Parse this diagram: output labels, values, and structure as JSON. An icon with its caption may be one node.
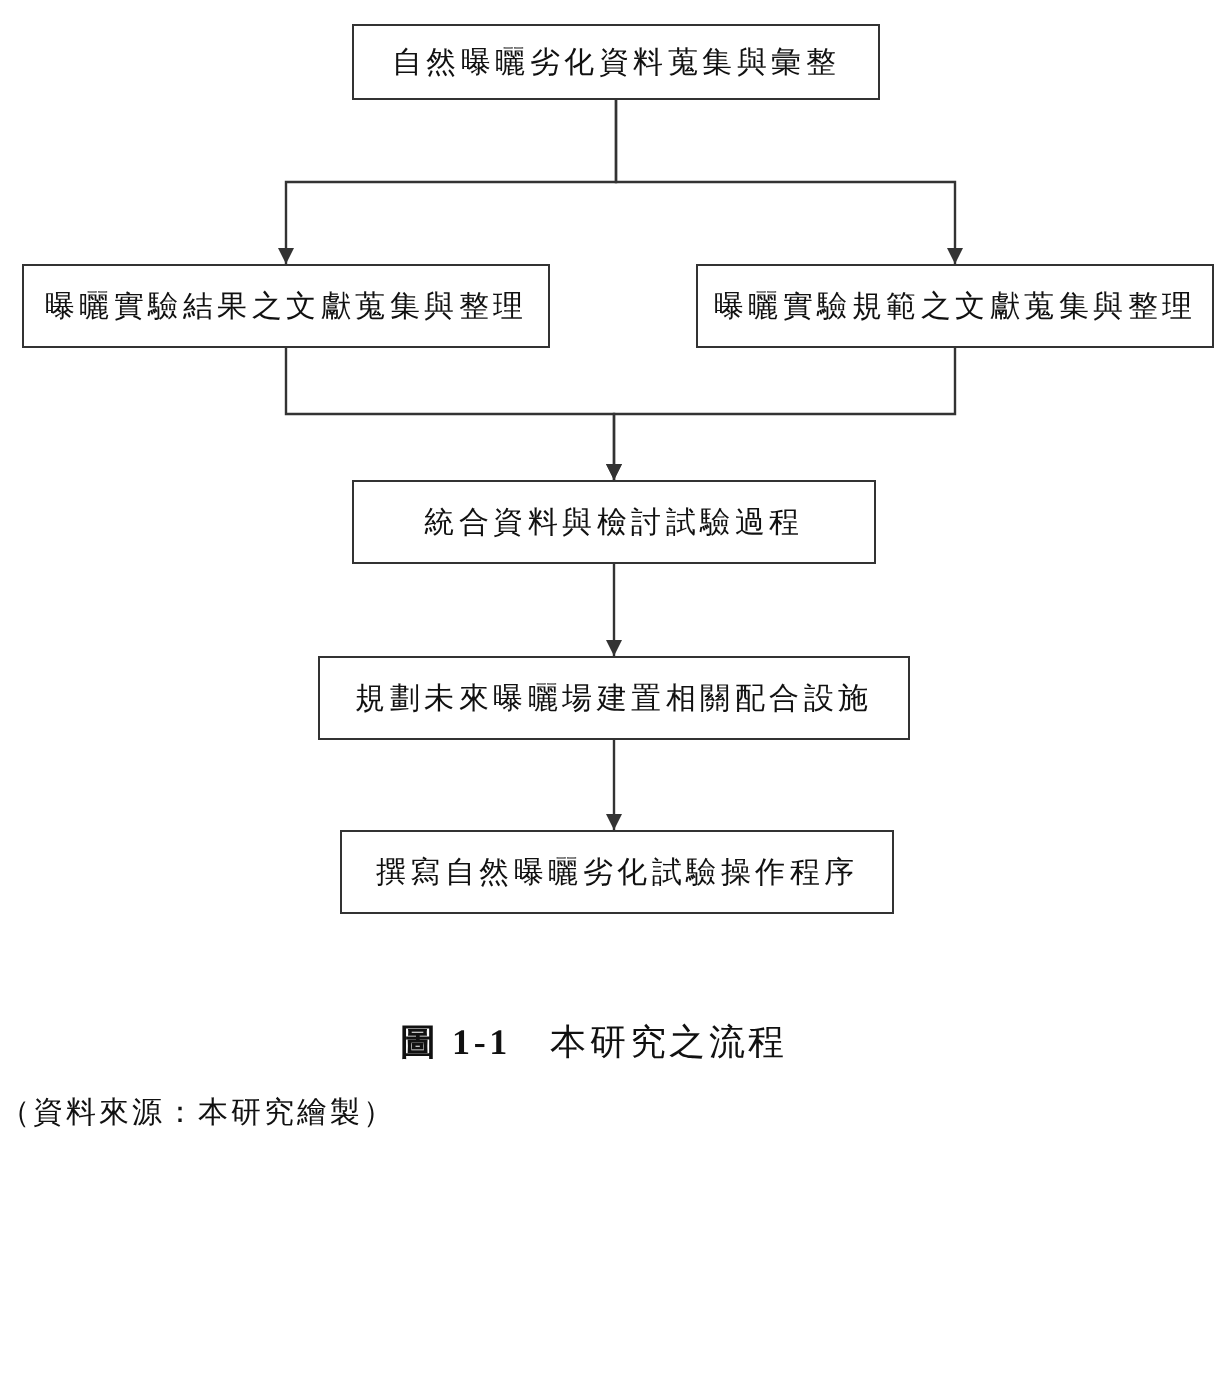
{
  "diagram": {
    "caption": "**圖 1-1**　本研究之流程",
    "nodes": [
      {
        "text": [
          "自然曝曬劣化資料蒐集與彙整"
        ]
      },
      {
        "text": [
          "曝曬實驗結果之文獻蒐集與整理"
        ]
      },
      {
        "text": [
          "曝曬實驗規範之文獻蒐集與整理"
        ]
      },
      {
        "text": [
          "統合資料與檢討試驗過程"
        ]
      },
      {
        "text": [
          "規劃未來曝曬場建置相關配合設施"
        ]
      },
      {
        "text": [
          "撰寫自然曝曬劣化試驗操作程序"
        ]
      }
    ],
    "edges": [
      {
        "from": 0,
        "to": 1,
        "arrow": "to"
      },
      {
        "from": 0,
        "to": 2,
        "arrow": "to"
      },
      {
        "from": 1,
        "to": 3,
        "arrow": "to"
      },
      {
        "from": 2,
        "to": 3,
        "arrow": "to"
      },
      {
        "from": 3,
        "to": 4,
        "arrow": "to"
      },
      {
        "from": 4,
        "to": 5,
        "arrow": "to"
      }
    ],
    "labels": [
      "（資料來源：本研究繪製）"
    ]
  }
}
